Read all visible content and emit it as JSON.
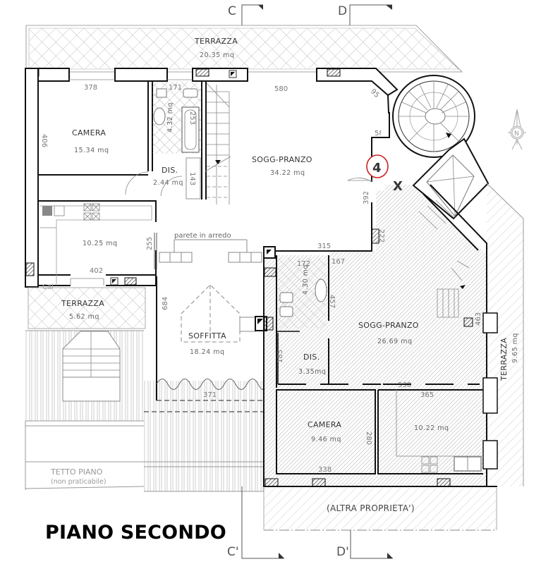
{
  "title": "PIANO SECONDO",
  "section_markers": {
    "top_left": "C",
    "top_right": "D",
    "bottom_left": "C'",
    "bottom_right": "D'"
  },
  "marker_badge": {
    "label": "4",
    "color": "#cc2222"
  },
  "cross_marker": "X",
  "north_arrow": {
    "label": "N"
  },
  "rooms": {
    "terrazza_top": {
      "name": "TERRAZZA",
      "area": "20.35 mq"
    },
    "camera_top": {
      "name": "CAMERA",
      "area": "15.34 mq"
    },
    "bagno_top": {
      "area": "4.32 mq"
    },
    "dis_top": {
      "name": "DIS.",
      "area": "2.44 mq"
    },
    "sogg_pranzo_top": {
      "name": "SOGG-PRANZO",
      "area": "34.22 mq"
    },
    "cucina_top": {
      "area": "10.25 mq"
    },
    "parete": {
      "name": "parete in arredo"
    },
    "terrazza_left": {
      "name": "TERRAZZA",
      "area": "5.62 mq"
    },
    "soffitta": {
      "name": "SOFFITTA",
      "area": "18.24 mq"
    },
    "tetto_piano": {
      "name": "TETTO PIANO",
      "note": "(non praticabile)"
    },
    "bagno_bottom": {
      "area": "4.30 mq"
    },
    "dis_bottom": {
      "name": "DIS.",
      "area": "3.35mq"
    },
    "sogg_pranzo_bottom": {
      "name": "SOGG-PRANZO",
      "area": "26.69 mq"
    },
    "terrazza_right": {
      "name": "TERRAZZA",
      "area": "9.65 mq"
    },
    "camera_bottom": {
      "name": "CAMERA",
      "area": "9.46 mq"
    },
    "cucina_bottom": {
      "area": "10.22 mq"
    },
    "altra_proprieta": {
      "name": "(ALTRA PROPRIETA')"
    }
  },
  "labels": {
    "cal": "Cal"
  },
  "dimensions": {
    "d378": "378",
    "d171": "171",
    "d580": "580",
    "d95": "95",
    "d58": "58",
    "d406": "406",
    "d253": "253",
    "d143": "143",
    "d392": "392",
    "d255": "255",
    "d402": "402",
    "d315": "315",
    "d684": "684",
    "d172": "172",
    "d167": "167",
    "d457": "457",
    "d185": "185",
    "d463": "463",
    "d371": "371",
    "d530": "530",
    "d365": "365",
    "d280": "280",
    "d338": "338",
    "d222": "222"
  }
}
